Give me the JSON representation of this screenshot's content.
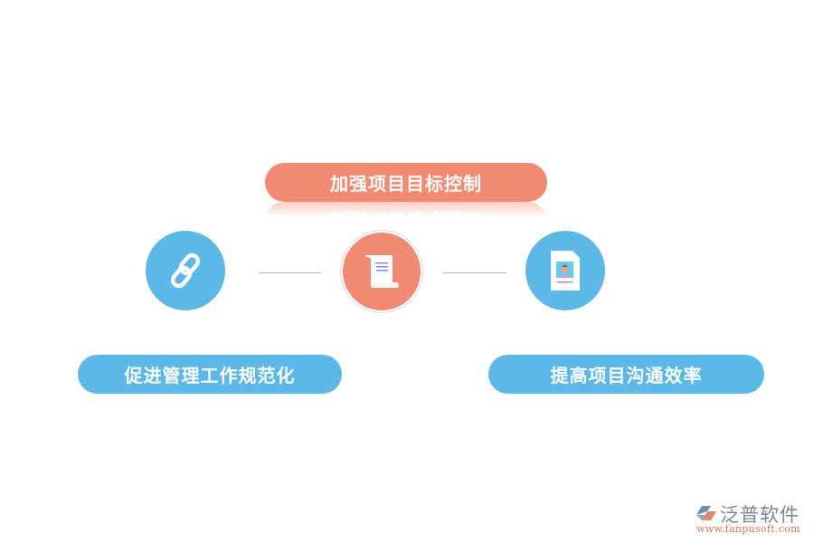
{
  "top_goal": {
    "label": "加强项目目标控制",
    "color": "#f08a72",
    "icon": "scroll-document-icon"
  },
  "left_goal": {
    "label": "促进管理工作规范化",
    "color": "#5cb8e6",
    "icon": "chain-link-icon"
  },
  "right_goal": {
    "label": "提高项目沟通效率",
    "color": "#5cb8e6",
    "icon": "profile-document-icon"
  },
  "logo": {
    "name": "泛普软件",
    "url": "www.fanpusoft.com"
  }
}
